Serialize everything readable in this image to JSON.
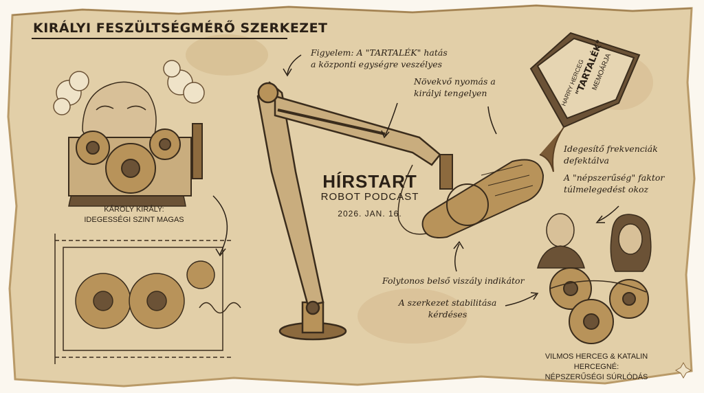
{
  "title": "KIRÁLYI FESZÜLTSÉGMÉRŐ SZERKEZET",
  "brand": {
    "name": "HÍRSTART",
    "subtitle": "ROBOT PODCAST",
    "date": "2026. JAN. 16."
  },
  "captions": {
    "king": [
      "KÁROLY KIRÁLY:",
      "IDEGESSÉGI SZINT MAGAS"
    ],
    "couple": [
      "VILMOS HERCEG & KATALIN HERCEGNÉ:",
      "NÉPSZERŰSÉGI SÚRLÓDÁS"
    ]
  },
  "notes": {
    "attention": [
      "Figyelem: A \"TARTALÉK\" hatás",
      "a központi egységre veszélyes"
    ],
    "pressure": [
      "Növekvő nyomás a",
      "királyi tengelyen"
    ],
    "frequencies": [
      "Idegesítő frekvenciák",
      "defektálva"
    ],
    "popularity": [
      "A \"népszerűség\" faktor",
      "túlmelegedést okoz"
    ],
    "indicator": [
      "Folytonos belső viszály indikátor"
    ],
    "stability": [
      "A szerkezet stabilitása",
      "kérdéses"
    ]
  },
  "book": {
    "author": "HARRY HERCEG",
    "title": "\"TARTALÉK\"",
    "subtitle": "MEMOÁRJA"
  },
  "colors": {
    "paper": "#e2cfa8",
    "ink": "#2a2016",
    "brass": "#b8935a"
  }
}
